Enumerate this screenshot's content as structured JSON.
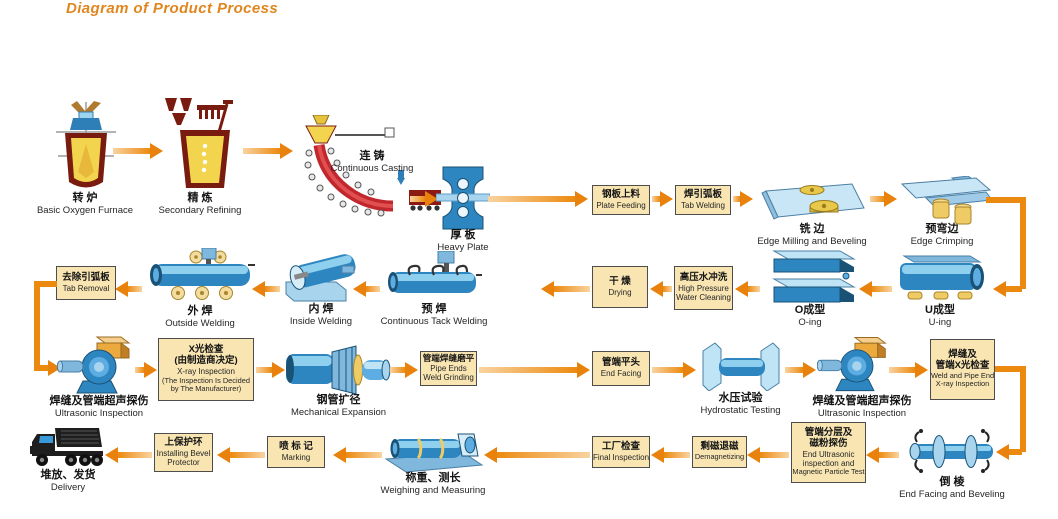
{
  "title": "Diagram of Product Process",
  "colors": {
    "title_orange": "#E0861F",
    "arrow_orange": "#E8820C",
    "box_fill": "#F8E5B2",
    "box_border": "#4D4D4D",
    "steel_blue": "#2E86C1",
    "furnace_red": "#7A1B10",
    "liquid_yellow": "#F3D44F"
  },
  "nodes": {
    "bof": {
      "zh": "转 炉",
      "en": "Basic Oxygen Furnace"
    },
    "refining": {
      "zh": "精 炼",
      "en": "Secondary Refining"
    },
    "casting": {
      "zh": "连 铸",
      "en": "Continuous Casting"
    },
    "heavy_plate": {
      "zh": "厚 板",
      "en": "Heavy Plate"
    },
    "plate_feeding": {
      "zh": "钢板上料",
      "en": "Plate Feeding"
    },
    "tab_welding": {
      "zh": "焊引弧板",
      "en": "Tab Welding"
    },
    "edge_milling": {
      "zh": "铣 边",
      "en": "Edge Milling and Beveling"
    },
    "edge_crimping": {
      "zh": "预弯边",
      "en": "Edge Crimping"
    },
    "u_ing": {
      "zh": "U成型",
      "en": "U-ing"
    },
    "o_ing": {
      "zh": "O成型",
      "en": "O-ing"
    },
    "water_cleaning": {
      "zh": "高压水冲洗",
      "en1": "High Pressure",
      "en2": "Water Cleaning"
    },
    "drying": {
      "zh": "干 燥",
      "en": "Drying"
    },
    "tack_welding": {
      "zh": "预 焊",
      "en": "Continuous Tack Welding"
    },
    "inside_welding": {
      "zh": "内 焊",
      "en": "Inside Welding"
    },
    "outside_welding": {
      "zh": "外 焊",
      "en": "Outside Welding"
    },
    "tab_removal": {
      "zh": "去除引弧板",
      "en": "Tab Removal"
    },
    "ultrasonic_1": {
      "zh": "焊缝及管端超声探伤",
      "en": "Ultrasonic Inspection"
    },
    "xray_manufacturer": {
      "zh1": "X光检查",
      "zh2": "(由制造商决定)",
      "en1": "X-ray Inspection",
      "en2": "(The Inspection Is Decided",
      "en3": "by The Manufacturer)"
    },
    "mech_expansion": {
      "zh": "钢管扩径",
      "en": "Mechanical Expansion"
    },
    "weld_grinding": {
      "zh": "管端焊缝磨平",
      "en1": "Pipe Ends",
      "en2": "Weld Grinding"
    },
    "end_facing": {
      "zh": "管端平头",
      "en": "End Facing"
    },
    "hydrostatic": {
      "zh": "水压试验",
      "en": "Hydrostatic Testing"
    },
    "ultrasonic_2": {
      "zh": "焊缝及管端超声探伤",
      "en": "Ultrasonic Inspection"
    },
    "weld_pipe_xray": {
      "zh1": "焊缝及",
      "zh2": "管端X光检查",
      "en1": "Weld and Pipe End",
      "en2": "X-ray Inspection"
    },
    "end_bevel": {
      "zh": "倒 棱",
      "en": "End Facing and Beveling"
    },
    "end_ultrasonic": {
      "zh1": "管端分层及",
      "zh2": "磁粉探伤",
      "en1": "End Ultrasonic",
      "en2": "inspection and",
      "en3": "Magnetic Particle Test"
    },
    "demagnetizing": {
      "zh": "剩磁退磁",
      "en": "Demagnetizing"
    },
    "final_inspection": {
      "zh": "工厂检查",
      "en": "Final Inspection"
    },
    "weighing": {
      "zh": "称重、测长",
      "en": "Weighing and Measuring"
    },
    "marking": {
      "zh": "喷 标 记",
      "en": "Marking"
    },
    "bevel_protector": {
      "zh": "上保护环",
      "en1": "Installing Bevel",
      "en2": "Protector"
    },
    "delivery": {
      "zh": "堆放、发货",
      "en": "Delivery"
    }
  }
}
